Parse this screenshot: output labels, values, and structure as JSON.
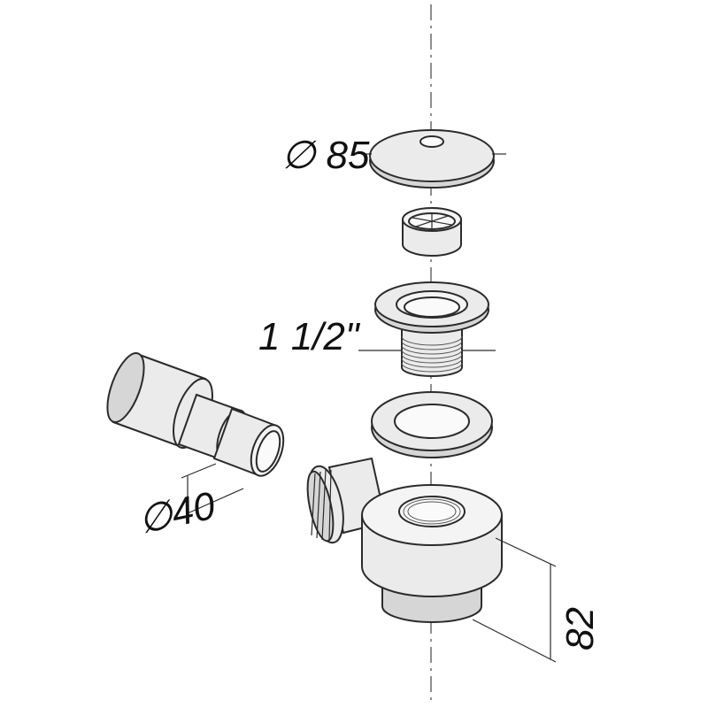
{
  "dimensions": {
    "cover_diameter": "∅ 85",
    "outlet_thread": "1 1/2\"",
    "pipe_diameter": "∅40",
    "trap_height": "82"
  }
}
